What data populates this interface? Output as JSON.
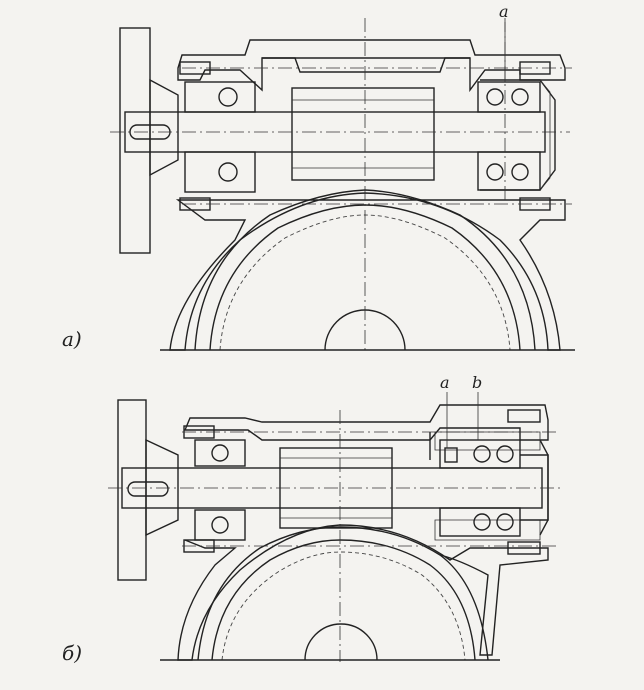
{
  "figures": [
    {
      "label": "a)",
      "callouts": [
        "a"
      ]
    },
    {
      "label": "б)",
      "callouts": [
        "a",
        "b"
      ]
    }
  ],
  "colors": {
    "ink": "#222222",
    "paper": "#f4f3f0"
  }
}
